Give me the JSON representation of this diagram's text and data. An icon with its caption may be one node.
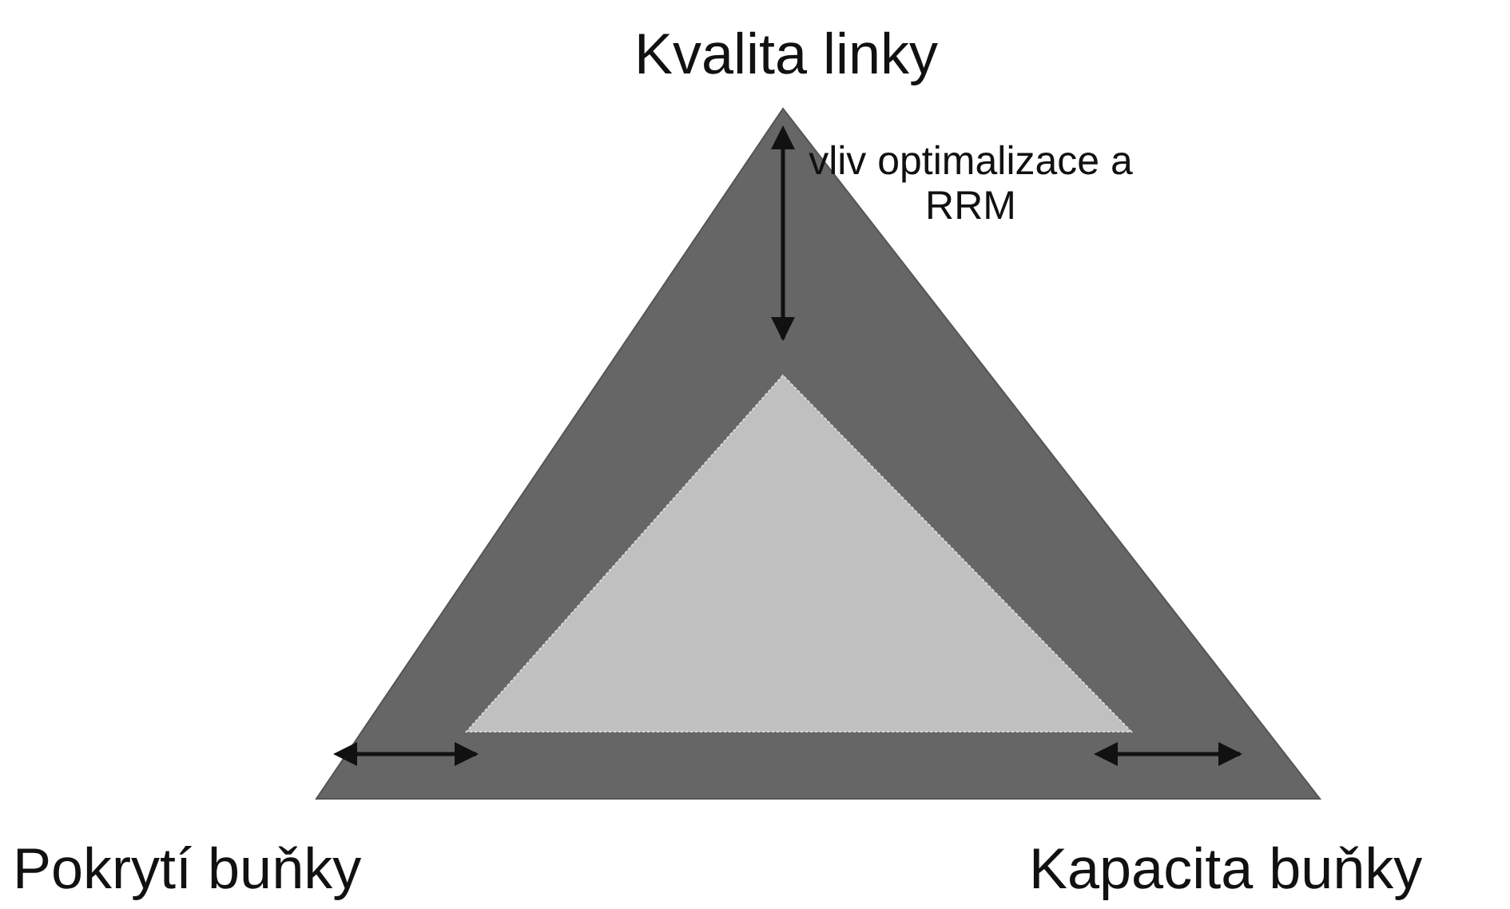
{
  "diagram": {
    "labels": [
      "Kvalita linky",
      "vliv optimalizace a RRM",
      "Pokrytí buňky",
      "Kapacita buňky"
    ]
  }
}
